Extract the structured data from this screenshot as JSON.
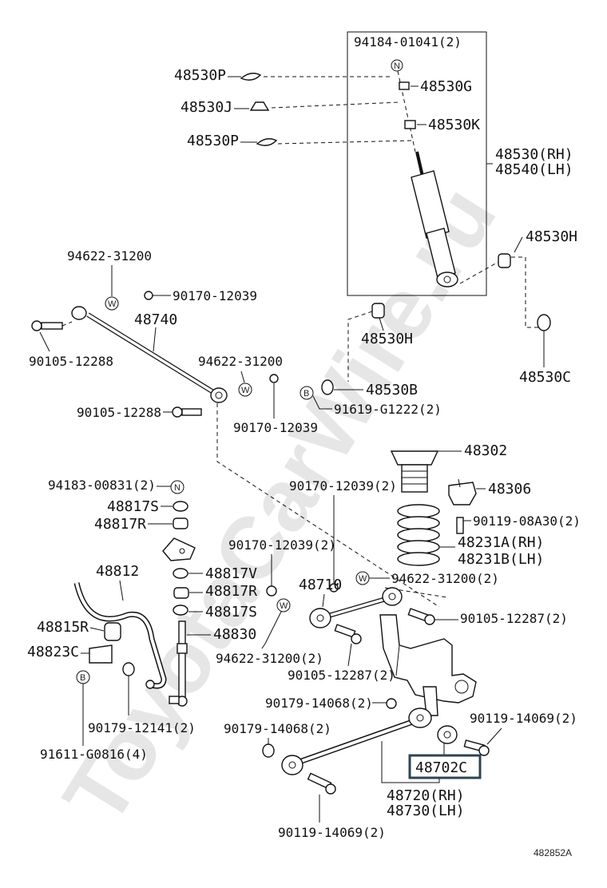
{
  "watermark": "ToyotaCarWire.ru",
  "figure_id": "482852A",
  "highlighted_part": "48702C",
  "badges": {
    "n": "N",
    "w": "W",
    "b": "B"
  },
  "labels": {
    "l_94184": "94184-01041(2)",
    "l_48530P_a": "48530P",
    "l_48530G": "48530G",
    "l_48530J": "48530J",
    "l_48530K": "48530K",
    "l_48530P_b": "48530P",
    "l_48530_rh": "48530(RH)",
    "l_48540_lh": "48540(LH)",
    "l_48530H_a": "48530H",
    "l_48530H_b": "48530H",
    "l_48530C": "48530C",
    "l_48530B": "48530B",
    "l_94622_a": "94622-31200",
    "l_90170_a": "90170-12039",
    "l_48740": "48740",
    "l_90105_12288_a": "90105-12288",
    "l_94622_b": "94622-31200",
    "l_90105_12288_b": "90105-12288",
    "l_91619": "91619-G1222(2)",
    "l_90170_b": "90170-12039",
    "l_48302": "48302",
    "l_48306": "48306",
    "l_94183": "94183-00831(2)",
    "l_48817S_a": "48817S",
    "l_48817R_a": "48817R",
    "l_90170_c": "90170-12039(2)",
    "l_90119_08A30": "90119-08A30(2)",
    "l_48231A": "48231A(RH)",
    "l_48231B": "48231B(LH)",
    "l_90170_d": "90170-12039(2)",
    "l_48812": "48812",
    "l_48817V": "48817V",
    "l_48817R_b": "48817R",
    "l_48817S_b": "48817S",
    "l_48710": "48710",
    "l_94622_c": "94622-31200(2)",
    "l_90105_12287_a": "90105-12287(2)",
    "l_48815R": "48815R",
    "l_48830": "48830",
    "l_48823C": "48823C",
    "l_94622_d": "94622-31200(2)",
    "l_90105_12287_b": "90105-12287(2)",
    "l_90179_14068_a": "90179-14068(2)",
    "l_90179_12141": "90179-12141(2)",
    "l_90119_14069_a": "90119-14069(2)",
    "l_90179_14068_b": "90179-14068(2)",
    "l_91611": "91611-G0816(4)",
    "l_48720": "48720(RH)",
    "l_48730": "48730(LH)",
    "l_90119_14069_b": "90119-14069(2)"
  }
}
